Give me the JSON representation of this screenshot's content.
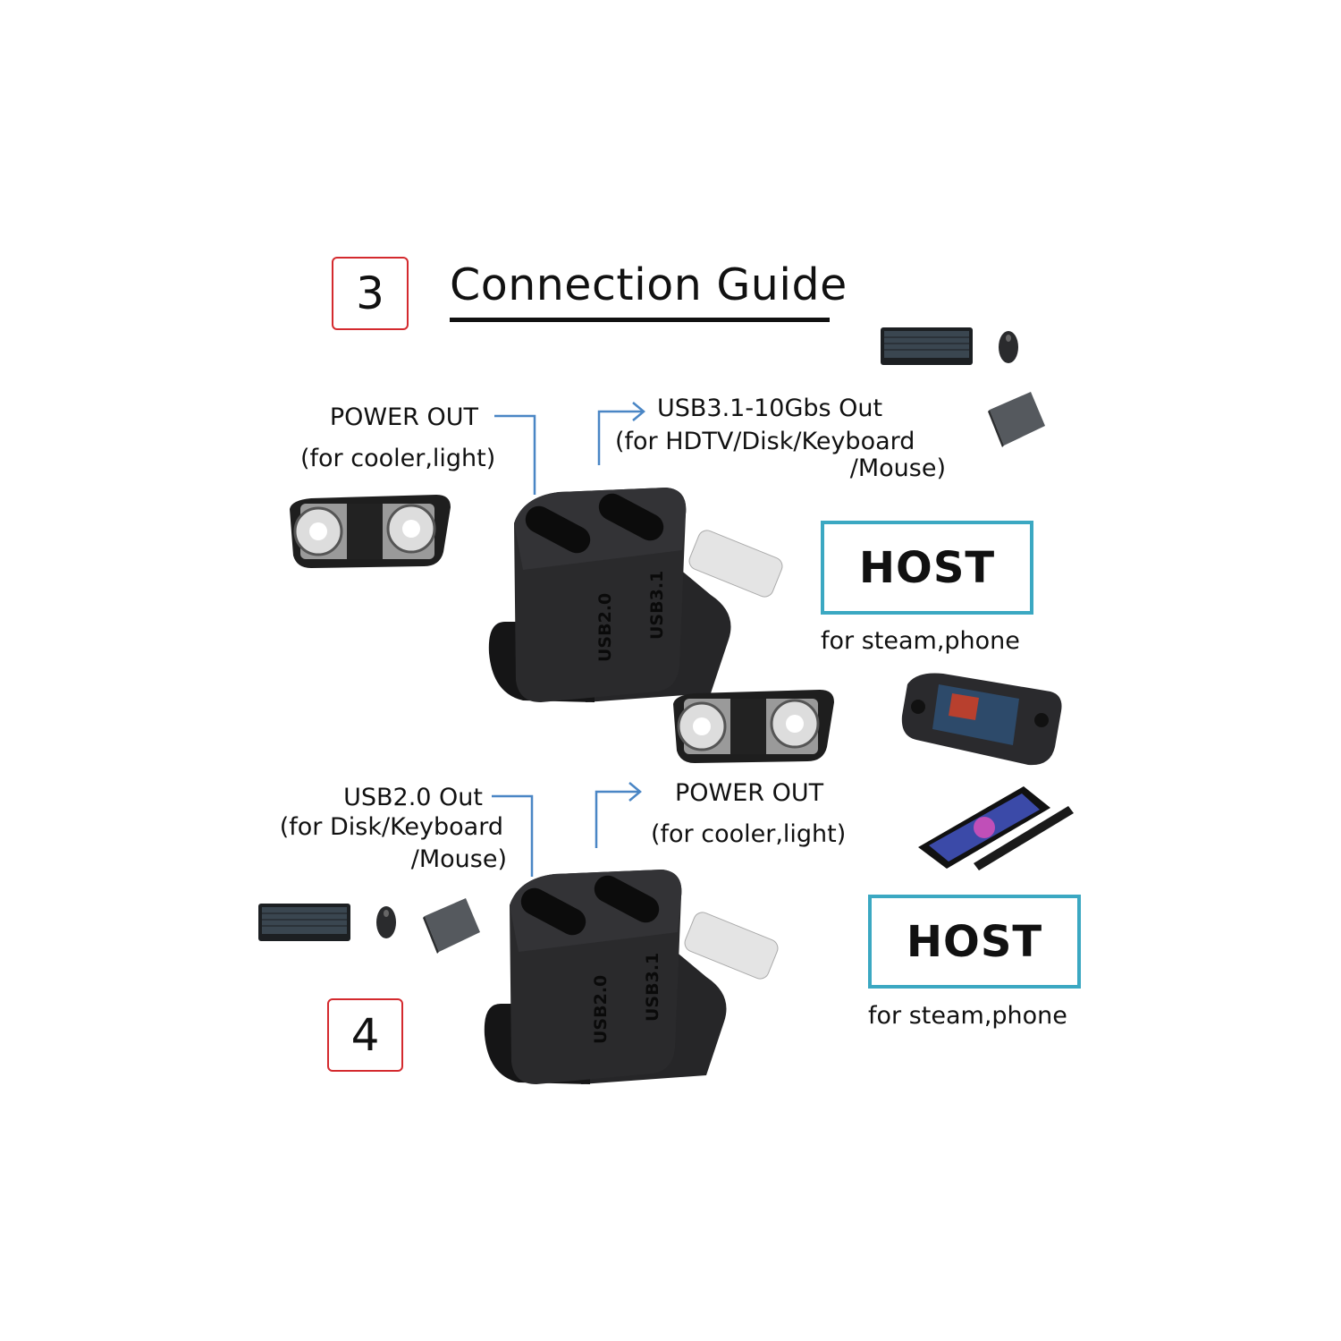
{
  "title": "Connection Guide",
  "colors": {
    "step_box": "#d42a2e",
    "host_box": "#3ba8c2",
    "arrow": "#4a86c5",
    "adapter": "#1f1f21"
  },
  "section3": {
    "step_number": "3",
    "power_out": {
      "label": "POWER OUT",
      "sub": "(for cooler,light)"
    },
    "usb31_out": {
      "label": "USB3.1-10Gbs Out",
      "sub1": "(for HDTV/Disk/Keyboard",
      "sub2": "/Mouse)"
    },
    "adapter": {
      "port_left": "USB2.0",
      "port_right": "USB3.1"
    },
    "host": {
      "label": "HOST",
      "sub": "for steam,phone"
    }
  },
  "section4": {
    "step_number": "4",
    "usb20_out": {
      "label": "USB2.0 Out",
      "sub1": "(for Disk/Keyboard",
      "sub2": "/Mouse)"
    },
    "power_out": {
      "label": "POWER OUT",
      "sub": "(for cooler,light)"
    },
    "adapter": {
      "port_left": "USB2.0",
      "port_right": "USB3.1"
    },
    "host": {
      "label": "HOST",
      "sub": "for steam,phone"
    }
  },
  "icons": [
    "keyboard-icon",
    "mouse-icon",
    "ssd-icon",
    "cooler-fan-icon",
    "steam-deck-icon",
    "smartphone-icon",
    "usb-c-adapter-icon"
  ]
}
